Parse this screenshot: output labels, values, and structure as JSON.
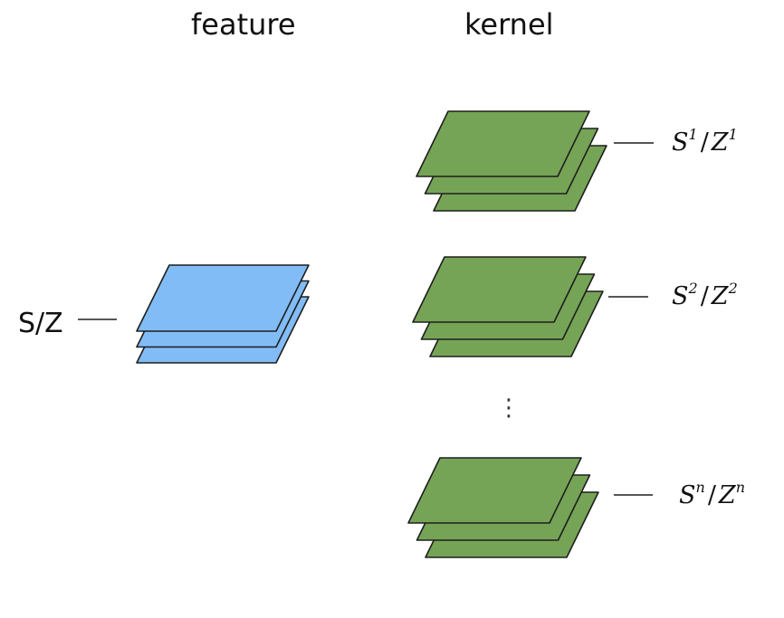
{
  "headings": {
    "feature": "feature",
    "kernel": "kernel"
  },
  "feature": {
    "label": "S/Z",
    "color": "#82BCF6",
    "layers": 3
  },
  "kernels": {
    "color": "#76A456",
    "layers": 3,
    "ellipsis": "⋮",
    "items": [
      {
        "base1": "S",
        "exp1": "1",
        "sep": "/",
        "base2": "Z",
        "exp2": "1"
      },
      {
        "base1": "S",
        "exp1": "2",
        "sep": "/",
        "base2": "Z",
        "exp2": "2"
      },
      {
        "base1": "S",
        "exp1": "n",
        "sep": "/",
        "base2": "Z",
        "exp2": "n"
      }
    ]
  },
  "stroke_color": "#1e1e1e"
}
